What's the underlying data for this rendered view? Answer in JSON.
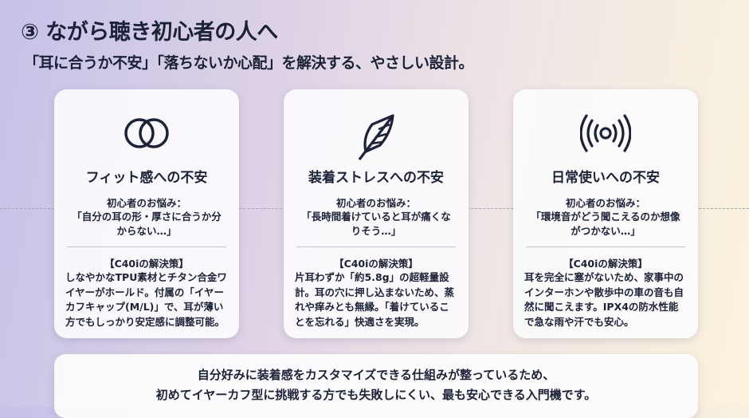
{
  "header": {
    "title": "③ ながら聴き初心者の人へ",
    "subtitle": "「耳に合うか不安」「落ちないか心配」を解決する、やさしい設計。"
  },
  "cards": [
    {
      "icon": "interlocking-rings-icon",
      "title": "フィット感への不安",
      "worry_label": "初心者のお悩み：",
      "worry": "「自分の耳の形・厚さに合うか分からない…」",
      "solution_label": "【C40iの解決策】",
      "solution": "しなやかなTPU素材とチタン合金ワイヤーがホールド。付属の「イヤーカフキャップ(M/L)」で、耳が薄い方でもしっかり安定感に調整可能。"
    },
    {
      "icon": "feather-icon",
      "title": "装着ストレスへの不安",
      "worry_label": "初心者のお悩み：",
      "worry": "「長時間着けていると耳が痛くなりそう…」",
      "solution_label": "【C40iの解決策】",
      "solution": "片耳わずか「約5.8g」の超軽量設計。耳の穴に押し込まないため、蒸れや痒みとも無縁。「着けていることを忘れる」快適さを実現。"
    },
    {
      "icon": "sound-waves-icon",
      "title": "日常使いへの不安",
      "worry_label": "初心者のお悩み：",
      "worry": "「環境音がどう聞こえるのか想像がつかない…」",
      "solution_label": "【C40iの解決策】",
      "solution": "耳を完全に塞がないため、家事中のインターホンや散歩中の車の音も自然に聞こえます。IPX4の防水性能で急な雨や汗でも安心。"
    }
  ],
  "summary": {
    "line1": "自分好みに装着感をカスタマイズできる仕組みが整っているため、",
    "line2": "初めてイヤーカフ型に挑戦する方でも失敗しにくい、最も安心できる入門機です。"
  }
}
